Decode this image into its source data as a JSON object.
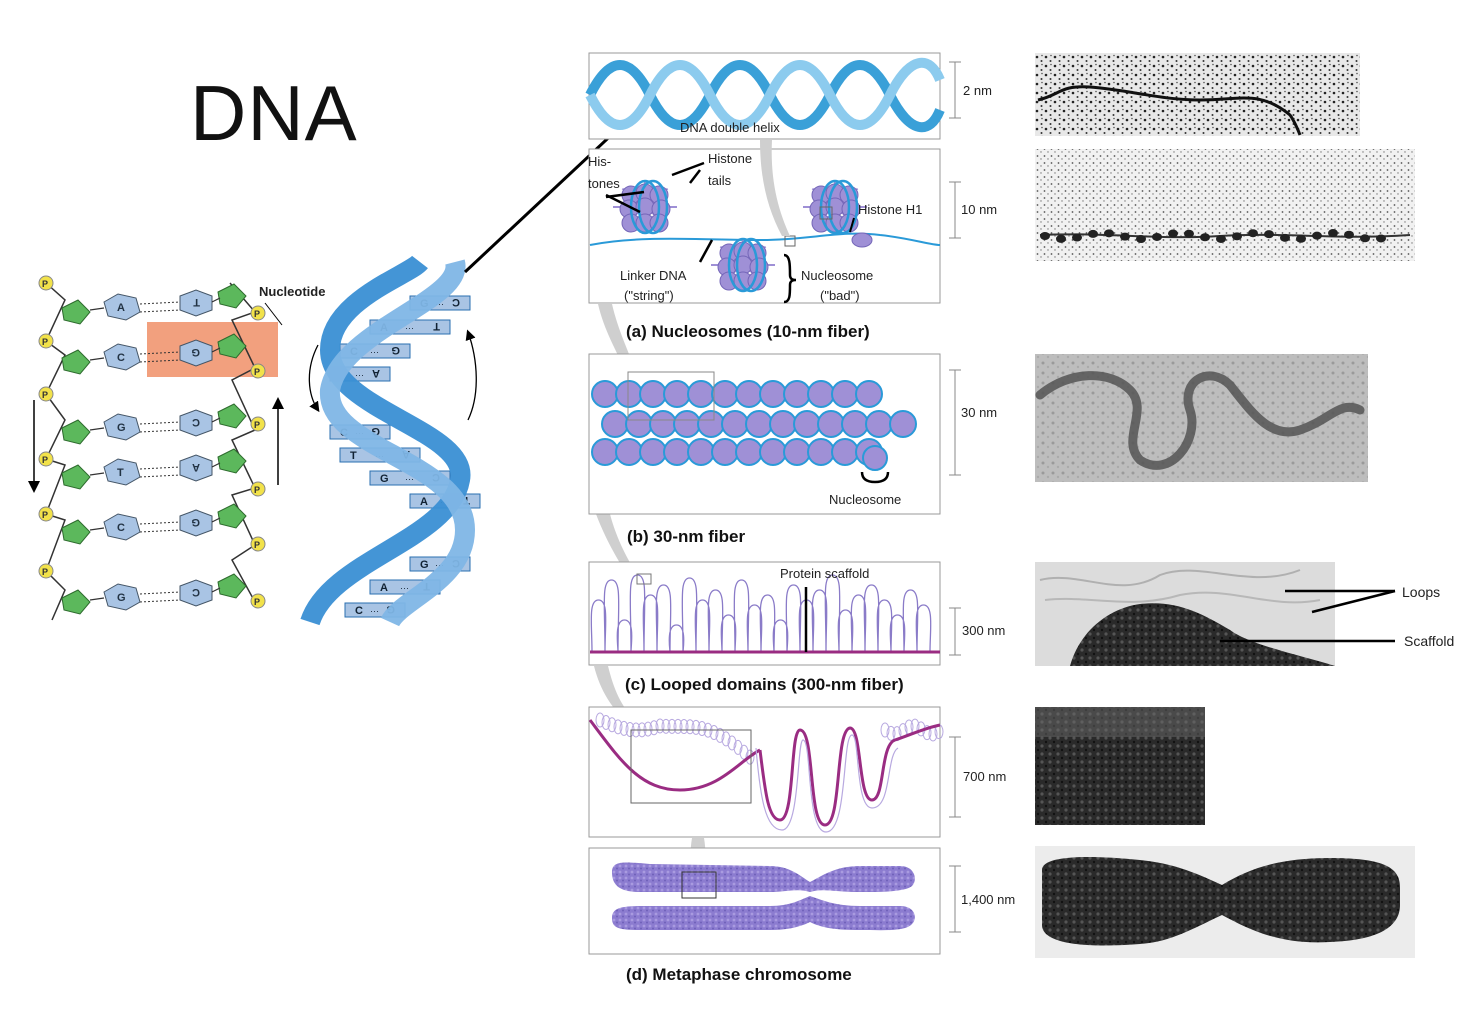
{
  "slide": {
    "title": "DNA"
  },
  "ladder": {
    "nucleotide_label": "Nucleotide",
    "phosphate": "P",
    "left_bases": [
      "A",
      "C",
      "G",
      "T",
      "C",
      "G"
    ],
    "right_bases": [
      "T",
      "G",
      "C",
      "A",
      "G",
      "C"
    ]
  },
  "helix": {
    "pairs": [
      {
        "l": "G",
        "r": "C"
      },
      {
        "l": "A",
        "r": "T"
      },
      {
        "l": "C",
        "r": "G"
      },
      {
        "l": "T",
        "r": "A"
      },
      {
        "l": "C",
        "r": "G"
      },
      {
        "l": "T",
        "r": "A"
      },
      {
        "l": "G",
        "r": "C"
      },
      {
        "l": "A",
        "r": "T"
      },
      {
        "l": "G",
        "r": "C"
      },
      {
        "l": "A",
        "r": "T"
      },
      {
        "l": "C",
        "r": "G"
      }
    ]
  },
  "panels": {
    "helix_label": "DNA double helix",
    "histones_label_1": "His-",
    "histones_label_2": "tones",
    "tails_label_1": "Histone",
    "tails_label_2": "tails",
    "h1_label": "Histone H1",
    "linker_label_1": "Linker DNA",
    "linker_label_2": "(\"string\")",
    "nucleosome_label_1": "Nucleosome",
    "nucleosome_label_2": "(\"bad\")",
    "caption_a": "(a) Nucleosomes (10-nm fiber)",
    "nucleosome_b": "Nucleosome",
    "caption_b": "(b) 30-nm fiber",
    "scaffold_label": "Protein scaffold",
    "caption_c": "(c) Looped domains (300-nm fiber)",
    "caption_d": "(d) Metaphase chromosome"
  },
  "scales": [
    "2 nm",
    "10 nm",
    "30 nm",
    "300 nm",
    "700 nm",
    "1,400 nm"
  ],
  "micrographs": {
    "loops_label": "Loops",
    "scaffold_label": "Scaffold"
  },
  "colors": {
    "backbone": "#3a8fd4",
    "base": "#a9c4e4",
    "sugar": "#5cb85c",
    "phosphate": "#f2e24a",
    "highlight": "#f2a07e",
    "histone": "#9f90d6",
    "loop_line": "#8a7bc8",
    "magenta": "#9a2c82",
    "chromosome": "#8c7cd0"
  }
}
